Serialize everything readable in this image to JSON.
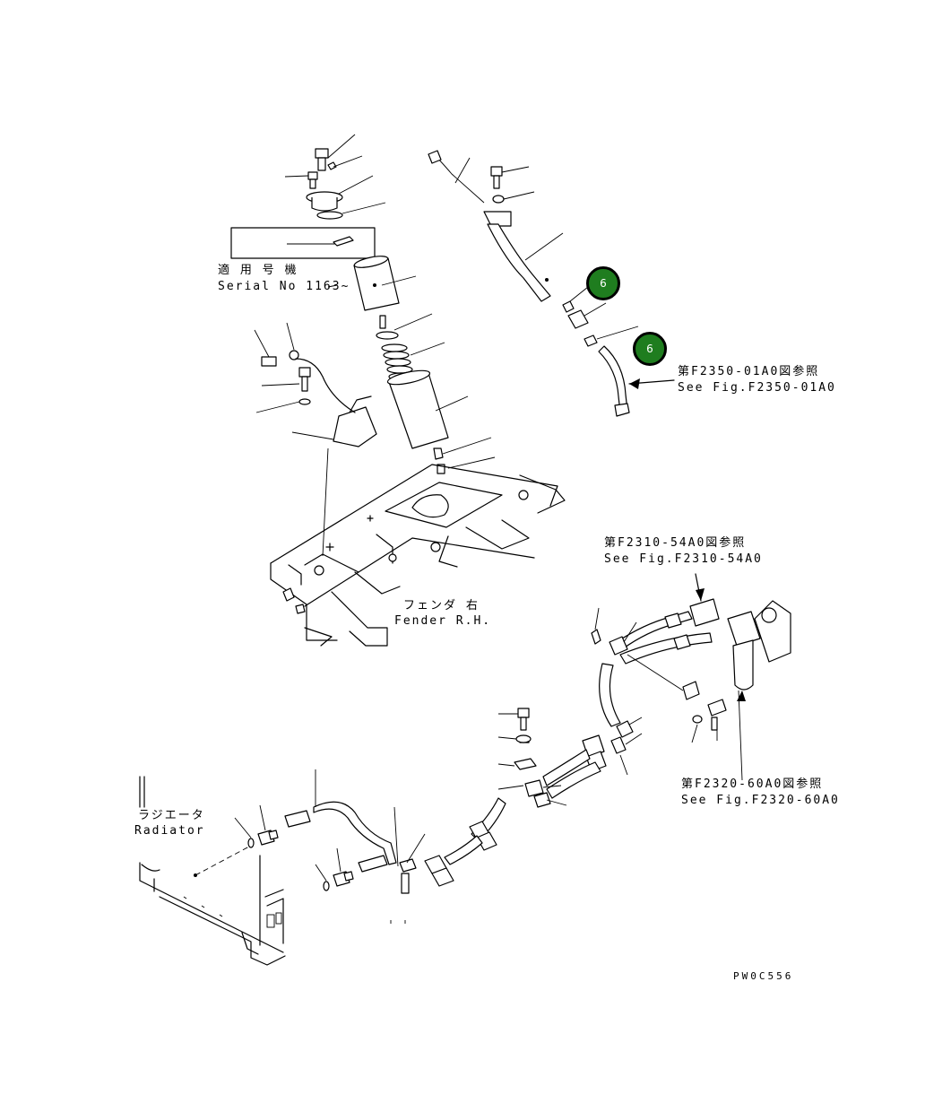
{
  "serial_note": {
    "line1": "適 用 号 機",
    "line2": "Serial No 1163~"
  },
  "fender": {
    "line1": "フェンダ 右",
    "line2": "Fender R.H."
  },
  "radiator": {
    "line1": "ラジエータ",
    "line2": "Radiator"
  },
  "ref_f2350": {
    "line1": "第F2350-01A0図参照",
    "line2": "See Fig.F2350-01A0"
  },
  "ref_f2310": {
    "line1": "第F2310-54A0図参照",
    "line2": "See Fig.F2310-54A0"
  },
  "ref_f2320": {
    "line1": "第F2320-60A0図参照",
    "line2": "See Fig.F2320-60A0"
  },
  "callouts": [
    "6",
    "6"
  ],
  "callout_color": "#1f7d1f",
  "drawing_code": "PW0C556"
}
